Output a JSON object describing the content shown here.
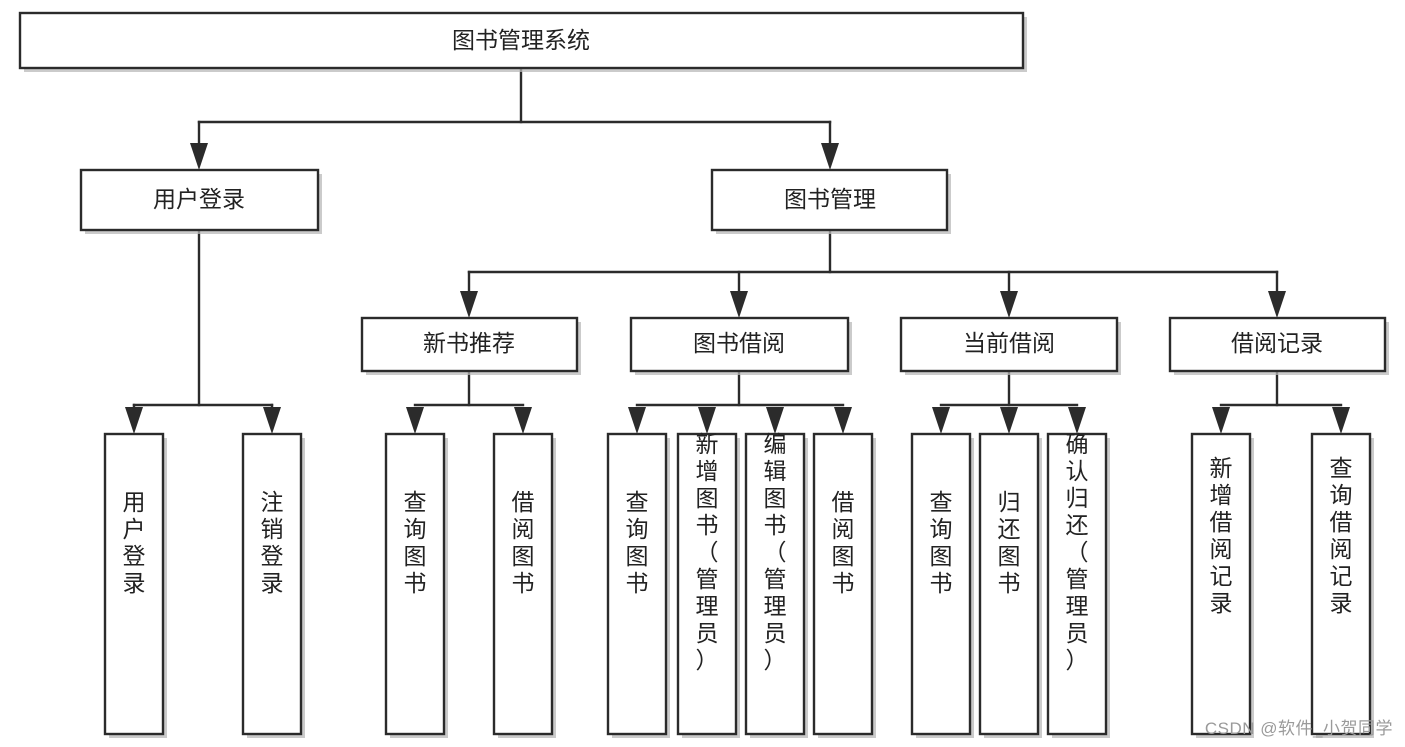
{
  "diagram": {
    "title": "图书管理系统",
    "type": "tree-hierarchy",
    "watermark": "CSDN @软件_小贺同学",
    "colors": {
      "box_fill": "#ffffff",
      "box_stroke": "#2b2b2b",
      "text": "#222222",
      "watermark": "#9a9a9a",
      "background": "#ffffff"
    },
    "root": {
      "label": "图书管理系统"
    },
    "level2": [
      {
        "label": "用户登录"
      },
      {
        "label": "图书管理"
      }
    ],
    "level3": [
      {
        "label": "新书推荐"
      },
      {
        "label": "图书借阅"
      },
      {
        "label": "当前借阅"
      },
      {
        "label": "借阅记录"
      }
    ],
    "leaves": {
      "user_login": [
        {
          "label": "用户登录"
        },
        {
          "label": "注销登录"
        }
      ],
      "new_book_recommend": [
        {
          "label": "查询图书"
        },
        {
          "label": "借阅图书"
        }
      ],
      "book_borrow": [
        {
          "label": "查询图书"
        },
        {
          "label": "新增图书（管理员）"
        },
        {
          "label": "编辑图书（管理员）"
        },
        {
          "label": "借阅图书"
        }
      ],
      "current_borrow": [
        {
          "label": "查询图书"
        },
        {
          "label": "归还图书"
        },
        {
          "label": "确认归还（管理员）"
        }
      ],
      "borrow_record": [
        {
          "label": "新增借阅记录"
        },
        {
          "label": "查询借阅记录"
        }
      ]
    }
  }
}
